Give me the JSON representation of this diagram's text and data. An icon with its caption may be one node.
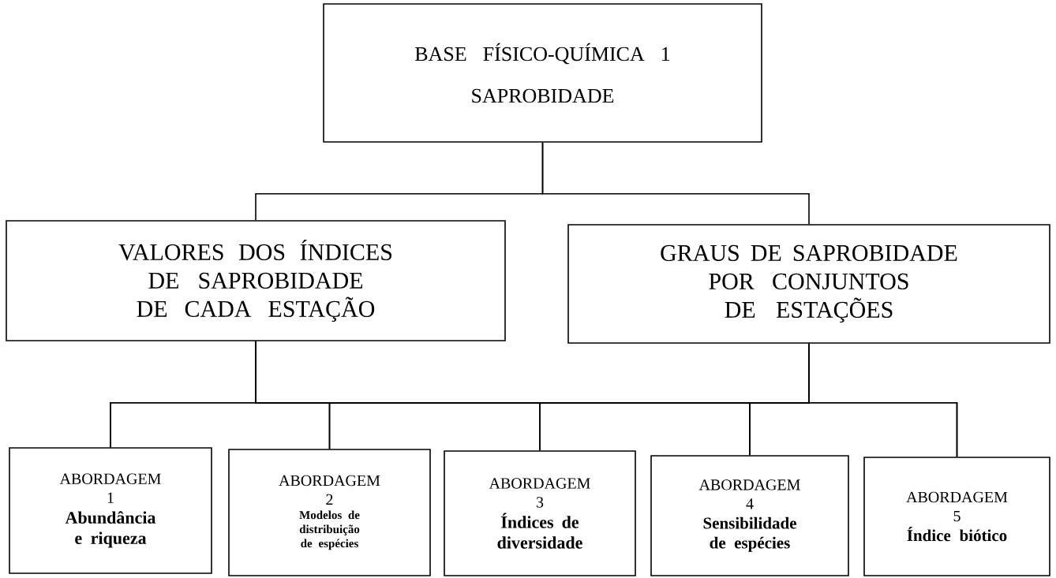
{
  "diagram": {
    "nodes": [
      {
        "text": [
          "BASE FÍSICO-QUÍMICA 1",
          "SAPROBIDADE"
        ]
      },
      {
        "text": [
          "VALORES DOS ÍNDICES DE SAPROBIDADE DE CADA ESTAÇÃO"
        ]
      },
      {
        "text": [
          "GRAUS DE SAPROBIDADE POR CONJUNTOS DE ESTAÇÕES"
        ]
      },
      {
        "text": [
          "ABORDAGEM",
          "1",
          "Abundância e riqueza"
        ]
      },
      {
        "text": [
          "ABORDAGEM",
          "2",
          "Modelos de distribuição de espécies"
        ]
      },
      {
        "text": [
          "ABORDAGEM",
          "3",
          "Índices de diversidade"
        ]
      },
      {
        "text": [
          "ABORDAGEM",
          "4",
          "Sensibilidade de espécies"
        ]
      },
      {
        "text": [
          "ABORDAGEM",
          "5",
          "Índice biótico"
        ]
      }
    ],
    "edges": [
      {
        "from": 0,
        "to": 1,
        "arrow": "none"
      },
      {
        "from": 0,
        "to": 2,
        "arrow": "none"
      },
      {
        "from": 1,
        "to": 3,
        "arrow": "none"
      },
      {
        "from": 1,
        "to": 4,
        "arrow": "none"
      },
      {
        "from": 1,
        "to": 5,
        "arrow": "none"
      },
      {
        "from": 1,
        "to": 6,
        "arrow": "none"
      },
      {
        "from": 1,
        "to": 7,
        "arrow": "none"
      },
      {
        "from": 2,
        "to": 3,
        "arrow": "none"
      },
      {
        "from": 2,
        "to": 4,
        "arrow": "none"
      },
      {
        "from": 2,
        "to": 5,
        "arrow": "none"
      },
      {
        "from": 2,
        "to": 6,
        "arrow": "none"
      },
      {
        "from": 2,
        "to": 7,
        "arrow": "none"
      }
    ]
  }
}
